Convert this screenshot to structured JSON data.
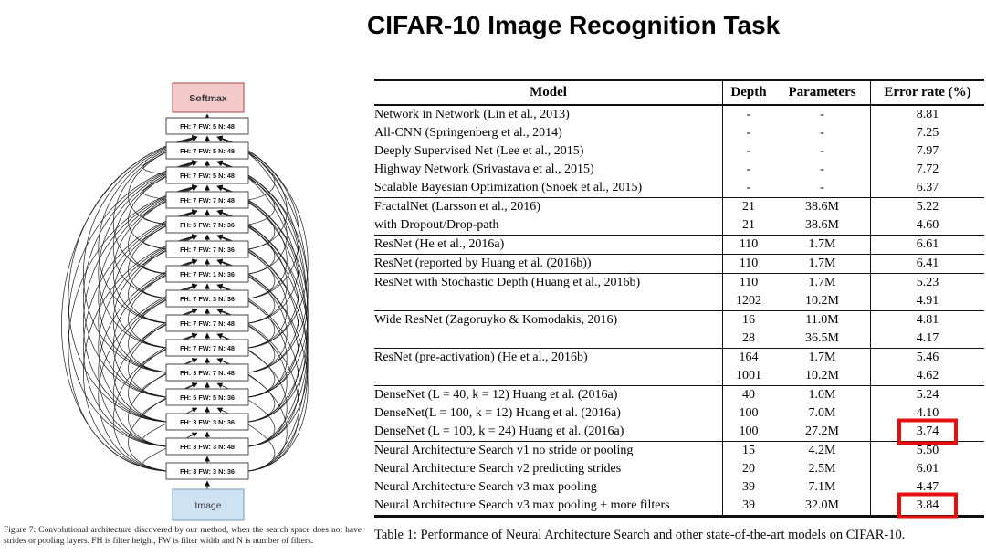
{
  "title": "CIFAR-10 Image Recognition Task",
  "figure": {
    "top_node_label": "Softmax",
    "bottom_node_label": "Image",
    "layers": [
      "FH: 7 FW: 5 N: 48",
      "FH: 7 FW: 5 N: 48",
      "FH: 7 FW: 5 N: 48",
      "FH: 7 FW: 7 N: 48",
      "FH: 5 FW: 7 N: 36",
      "FH: 7 FW: 7 N: 36",
      "FH: 7 FW: 1 N: 36",
      "FH: 7 FW: 3 N: 36",
      "FH: 7 FW: 7 N: 48",
      "FH: 7 FW: 7 N: 48",
      "FH: 3 FW: 7 N: 48",
      "FH: 5 FW: 5 N: 36",
      "FH: 3 FW: 3 N: 36",
      "FH: 3 FW: 3 N: 48",
      "FH: 3 FW: 3 N: 36"
    ],
    "caption": "Figure 7: Convolutional architecture discovered by our method, when the search space does not have strides or pooling layers. FH is filter height, FW is filter width and N is number of filters.",
    "colors": {
      "softmax_fill": "#f4c9c9",
      "softmax_border": "#b06060",
      "image_fill": "#cfe2f3",
      "image_border": "#8ba6c2",
      "conv_fill": "#ffffff",
      "conv_border": "#4a4a4a",
      "arc_stroke": "#1c1c1c"
    }
  },
  "table": {
    "headers": [
      "Model",
      "Depth",
      "Parameters",
      "Error rate (%)"
    ],
    "highlight_color": "#e50f0f",
    "groups": [
      {
        "rows": [
          {
            "model": "Network in Network (Lin et al., 2013)",
            "depth": "-",
            "params": "-",
            "error": "8.81",
            "highlight": false
          },
          {
            "model": "All-CNN (Springenberg et al., 2014)",
            "depth": "-",
            "params": "-",
            "error": "7.25",
            "highlight": false
          },
          {
            "model": "Deeply Supervised Net (Lee et al., 2015)",
            "depth": "-",
            "params": "-",
            "error": "7.97",
            "highlight": false
          },
          {
            "model": "Highway Network (Srivastava et al., 2015)",
            "depth": "-",
            "params": "-",
            "error": "7.72",
            "highlight": false
          },
          {
            "model": "Scalable Bayesian Optimization (Snoek et al., 2015)",
            "depth": "-",
            "params": "-",
            "error": "6.37",
            "highlight": false
          }
        ]
      },
      {
        "rows": [
          {
            "model": "FractalNet (Larsson et al., 2016)",
            "depth": "21",
            "params": "38.6M",
            "error": "5.22",
            "highlight": false
          },
          {
            "model": "with Dropout/Drop-path",
            "depth": "21",
            "params": "38.6M",
            "error": "4.60",
            "highlight": false
          }
        ]
      },
      {
        "rows": [
          {
            "model": "ResNet (He et al., 2016a)",
            "depth": "110",
            "params": "1.7M",
            "error": "6.61",
            "highlight": false
          }
        ]
      },
      {
        "rows": [
          {
            "model": "ResNet (reported by Huang et al. (2016b))",
            "depth": "110",
            "params": "1.7M",
            "error": "6.41",
            "highlight": false
          }
        ]
      },
      {
        "rows": [
          {
            "model": "ResNet with Stochastic Depth (Huang et al., 2016b)",
            "depth": "110",
            "params": "1.7M",
            "error": "5.23",
            "highlight": false
          },
          {
            "model": "",
            "depth": "1202",
            "params": "10.2M",
            "error": "4.91",
            "highlight": false
          }
        ]
      },
      {
        "rows": [
          {
            "model": "Wide ResNet (Zagoruyko & Komodakis, 2016)",
            "depth": "16",
            "params": "11.0M",
            "error": "4.81",
            "highlight": false
          },
          {
            "model": "",
            "depth": "28",
            "params": "36.5M",
            "error": "4.17",
            "highlight": false
          }
        ]
      },
      {
        "rows": [
          {
            "model": "ResNet (pre-activation) (He et al., 2016b)",
            "depth": "164",
            "params": "1.7M",
            "error": "5.46",
            "highlight": false
          },
          {
            "model": "",
            "depth": "1001",
            "params": "10.2M",
            "error": "4.62",
            "highlight": false
          }
        ]
      },
      {
        "rows": [
          {
            "model": "DenseNet (L = 40, k = 12) Huang et al. (2016a)",
            "depth": "40",
            "params": "1.0M",
            "error": "5.24",
            "highlight": false
          },
          {
            "model": "DenseNet(L = 100, k = 12) Huang et al. (2016a)",
            "depth": "100",
            "params": "7.0M",
            "error": "4.10",
            "highlight": false
          },
          {
            "model": "DenseNet (L = 100, k = 24) Huang et al. (2016a)",
            "depth": "100",
            "params": "27.2M",
            "error": "3.74",
            "highlight": true
          }
        ]
      },
      {
        "rows": [
          {
            "model": "Neural Architecture Search v1 no stride or pooling",
            "depth": "15",
            "params": "4.2M",
            "error": "5.50",
            "highlight": false
          },
          {
            "model": "Neural Architecture Search v2 predicting strides",
            "depth": "20",
            "params": "2.5M",
            "error": "6.01",
            "highlight": false
          },
          {
            "model": "Neural Architecture Search v3 max pooling",
            "depth": "39",
            "params": "7.1M",
            "error": "4.47",
            "highlight": false
          },
          {
            "model": "Neural Architecture Search v3 max pooling + more filters",
            "depth": "39",
            "params": "32.0M",
            "error": "3.84",
            "highlight": true
          }
        ]
      }
    ],
    "caption": "Table 1: Performance of Neural Architecture Search and other state-of-the-art models on CIFAR-10."
  }
}
